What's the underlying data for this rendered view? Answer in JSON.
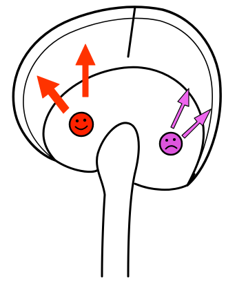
{
  "diagram": {
    "colors": {
      "outline": "#000000",
      "background": "#ffffff",
      "happy_fill": "#ff2200",
      "happy_arrow": "#ff3300",
      "sad_fill": "#dd55dd",
      "sad_arrow": "#ee66ee"
    },
    "parts": [
      "brain-outline",
      "cortex-inner-line",
      "hemisphere-divider",
      "brainstem",
      "happy-face-icon",
      "sad-face-icon",
      "left-region-arrows",
      "right-region-arrows"
    ],
    "left_region": {
      "face": "happy",
      "arrow_count": 2,
      "arrow_size": "large"
    },
    "right_region": {
      "face": "sad",
      "arrow_count": 2,
      "arrow_size": "small"
    }
  }
}
